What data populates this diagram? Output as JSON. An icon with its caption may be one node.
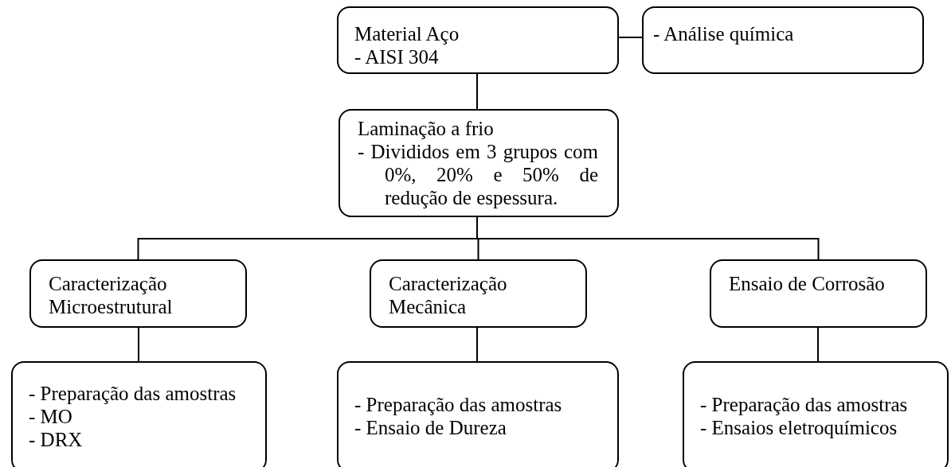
{
  "diagram": {
    "nodes": [
      {
        "text": [
          "Material Aço",
          "- AISI 304"
        ]
      },
      {
        "text": [
          "- Análise química"
        ]
      },
      {
        "text": [
          "Laminação a frio",
          "- Divididos em 3 grupos com 0%, 20% e 50% de redução de espessura."
        ]
      },
      {
        "text": [
          "Caracterização Microestrutural"
        ]
      },
      {
        "text": [
          "Caracterização Mecânica"
        ]
      },
      {
        "text": [
          "Ensaio de Corrosão"
        ]
      },
      {
        "text": [
          "- Preparação das amostras",
          "- MO",
          "- DRX"
        ]
      },
      {
        "text": [
          "- Preparação das amostras",
          "- Ensaio de Dureza"
        ]
      },
      {
        "text": [
          "- Preparação das amostras",
          "- Ensaios eletroquímicos"
        ]
      }
    ],
    "edges": [
      {
        "from": 0,
        "to": 1,
        "arrow": "none"
      },
      {
        "from": 0,
        "to": 2,
        "arrow": "none"
      },
      {
        "from": 2,
        "to": 3,
        "arrow": "none"
      },
      {
        "from": 2,
        "to": 4,
        "arrow": "none"
      },
      {
        "from": 2,
        "to": 5,
        "arrow": "none"
      },
      {
        "from": 3,
        "to": 6,
        "arrow": "none"
      },
      {
        "from": 4,
        "to": 7,
        "arrow": "none"
      },
      {
        "from": 5,
        "to": 8,
        "arrow": "none"
      }
    ]
  }
}
